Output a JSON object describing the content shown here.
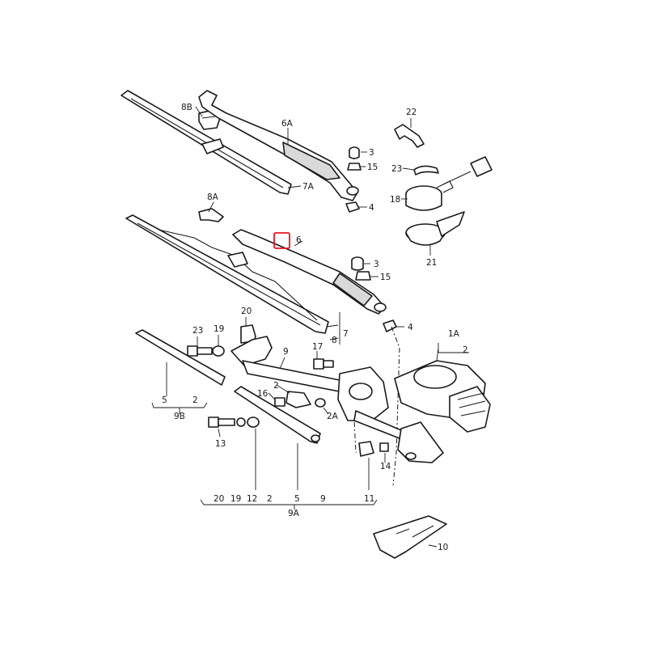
{
  "highlight_color": "#e8141e",
  "labels": {
    "l8B": "8B",
    "l6A": "6A",
    "l3a": "3",
    "l15a": "15",
    "l7A": "7A",
    "l4a": "4",
    "l22": "22",
    "l23a": "23",
    "l18": "18",
    "l21": "21",
    "l8A": "8A",
    "l6": "6",
    "l3b": "3",
    "l15b": "15",
    "l7": "7",
    "l8": "8",
    "l4b": "4",
    "l20a": "20",
    "l23b": "23",
    "l19a": "19",
    "l9a": "9",
    "l17": "17",
    "l1A": "1A",
    "l2a": "2",
    "l16": "16",
    "l2b": "2",
    "l2A": "2A",
    "l5a": "5",
    "l2c": "2",
    "l9B": "9B",
    "l13": "13",
    "l14": "14",
    "l20b": "20",
    "l19b": "19",
    "l12": "12",
    "l2d": "2",
    "l5b": "5",
    "l9b": "9",
    "l11": "11",
    "l9A": "9A",
    "l10": "10"
  }
}
